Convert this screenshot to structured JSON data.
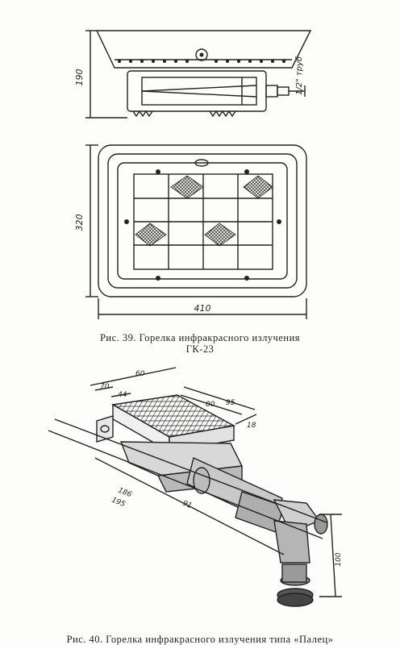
{
  "fig39": {
    "dim_height": "190",
    "dim_depth": "320",
    "dim_width": "410",
    "pipe_label": "1/2\" труб",
    "caption_line1": "Рис. 39. Горелка инфракрасного излучения",
    "caption_line2": "ГК-23"
  },
  "fig40": {
    "dim_60": "60",
    "dim_70": "70",
    "dim_44": "44",
    "dim_80": "80",
    "dim_95": "95",
    "dim_18": "18",
    "dim_186": "186",
    "dim_195": "195",
    "dim_91": "91",
    "dim_100": "100",
    "caption": "Рис. 40. Горелка инфракрасного излучения типа «Палец»"
  },
  "colors": {
    "ink": "#222222",
    "paper": "#fdfdfb"
  }
}
